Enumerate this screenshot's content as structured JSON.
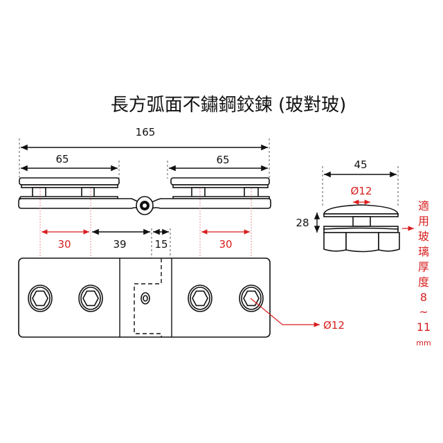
{
  "title": "長方弧面不鏽鋼鉸鍊 (玻對玻)",
  "front_view": {
    "overall_width": "165",
    "left_plate_width": "65",
    "right_plate_width": "65",
    "left_hole_spacing": "30",
    "hinge_offset": "39",
    "hinge_width": "15",
    "right_hole_spacing": "30",
    "hole_diameter": "Ø12"
  },
  "side_view": {
    "width": "45",
    "hole_diameter": "Ø12",
    "height": "28"
  },
  "glass_note": {
    "chars": [
      "適",
      "用",
      "玻",
      "璃",
      "厚",
      "度",
      "8",
      "~",
      "11",
      "mm"
    ]
  },
  "colors": {
    "dimension_red": "#d81e1e",
    "line": "#111111"
  }
}
